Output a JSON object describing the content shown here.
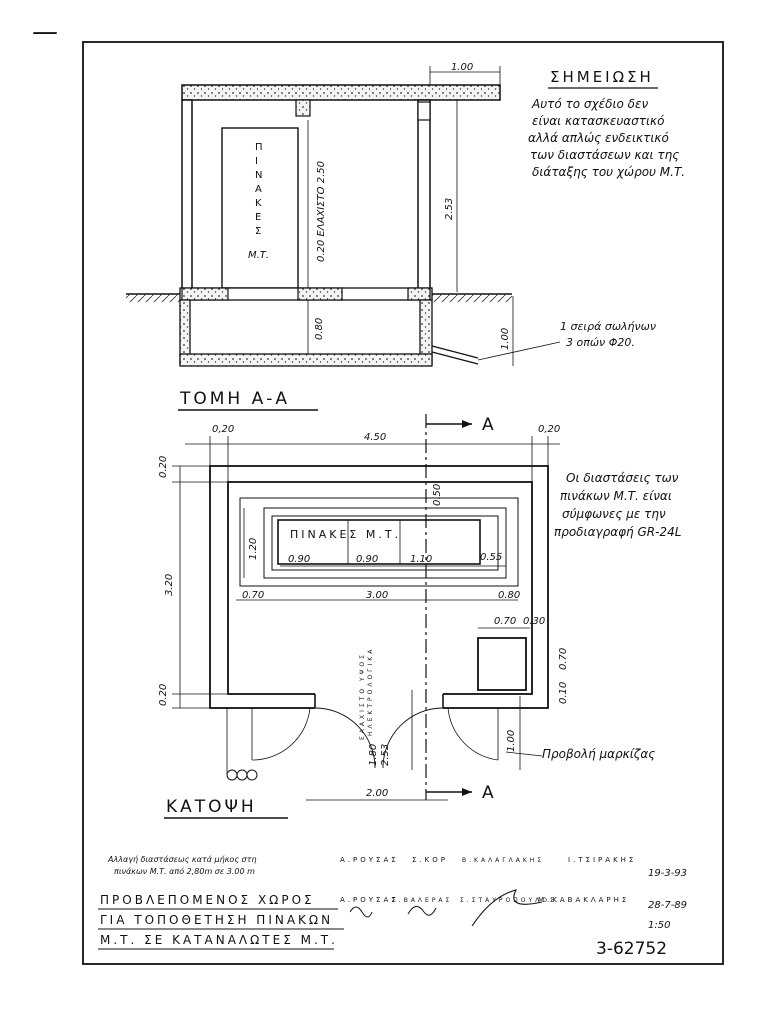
{
  "top_dash": "—",
  "note": {
    "title": "ΣΗΜΕΙΩΣΗ",
    "lines": [
      "Αυτό το σχέδιο δεν",
      "είναι κατασκευαστικό",
      "αλλά απλώς ενδεικτικό",
      "των διαστάσεων και της",
      "διάταξης του χώρου Μ.Τ."
    ]
  },
  "section": {
    "title": "ΤΟΜΗ Α-Α",
    "panel_label_letters": [
      "Π",
      "Ι",
      "Ν",
      "Α",
      "Κ",
      "Ε",
      "Σ"
    ],
    "panel_label_mt": "Μ.Τ.",
    "dim_top": "1.00",
    "dim_height_min": "0.20 ΕΛΑΧΙΣΤΟ 2.50",
    "dim_253": "2.53",
    "dim_080": "0.80",
    "dim_100": "1.00",
    "pipes_note_1": "1 σειρά σωλήνων",
    "pipes_note_2": "3 οπών Φ20."
  },
  "plan": {
    "title": "ΚΑΤΟΨΗ",
    "section_marker": "A",
    "dim_total_width": "4.50",
    "dim_020_left": "0,20",
    "dim_020_right": "0,20",
    "dim_020_top": "0.20",
    "dim_320": "3.20",
    "dim_020_bottom": "0.20",
    "dim_050": "0.50",
    "dim_120": "1.20",
    "panels_label": "ΠΙΝΑΚΕΣ  Μ.Τ.",
    "dim_090_a": "0.90",
    "dim_090_b": "0.90",
    "dim_110": "1.10",
    "dim_055": "0.55",
    "dim_070": "0.70",
    "dim_300": "3.00",
    "dim_080": "0.80",
    "dim_070_small": "0.70",
    "dim_030": "0.30",
    "dim_070_side": "0.70",
    "dim_010": "0.10",
    "dim_door_200": "2.00",
    "dim_door_100": "1.00",
    "dim_180": "1.80",
    "dim_253": "2.53",
    "door_label_1": "ΕΛΑΧΙΣΤΟ ΥΨΟΣ",
    "door_label_2": "ΗΛΕΚΤΡΟΛΟΓΙΚΑ",
    "canopy_note": "Προβολή μαρκίζας",
    "panels_note": [
      "Οι διαστάσεις των",
      "πινάκων Μ.Τ. είναι",
      "σύμφωνες με την",
      "προδιαγραφή GR-24L"
    ]
  },
  "footer": {
    "revision_note_1": "Αλλαγή διαστάσεως κατά μήκος στη",
    "revision_note_2": "πινάκων Μ.Τ. από 2,80m σε 3.00 m",
    "sig_row1": [
      "Α.ΡΟΥΣΑΣ",
      "Σ.ΚΟΡ",
      "Β.ΚΑΛΑΓΛΑΚΗΣ",
      "Ι.ΤΣΙΡΑΚΗΣ"
    ],
    "sig_row2": [
      "Α.ΡΟΥΣΑΣ",
      "Σ.ΒΑΛΕΡΑΣ",
      "Σ.ΣΤΑΥΡΟΠΟΥΛΟΣ",
      "Μ.ΚΑΒΑΚΛΑΡΗΣ"
    ],
    "date_1": "19-3-93",
    "date_2": "28-7-89",
    "scale": "1:50",
    "drawing_no": "3-62752",
    "title_lines": [
      "ΠΡΟΒΛΕΠΟΜΕΝΟΣ ΧΩΡΟΣ",
      "ΓΙΑ ΤΟΠΟΘΕΤΗΣΗ ΠΙΝΑΚΩΝ",
      "Μ.Τ. ΣΕ ΚΑΤΑΝΑΛΩΤΕΣ Μ.Τ."
    ]
  }
}
